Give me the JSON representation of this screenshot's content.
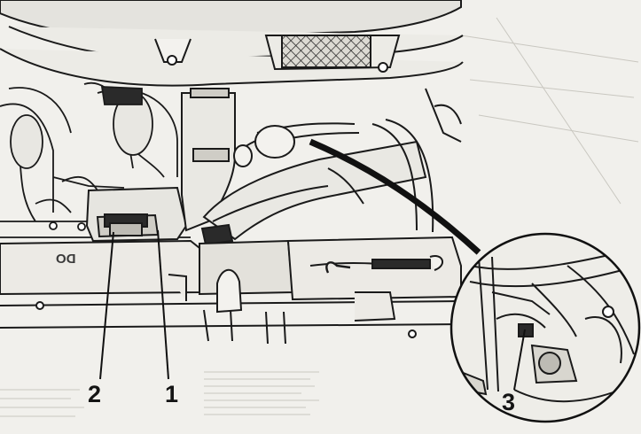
{
  "callouts": {
    "one": "1",
    "two": "2",
    "three": "3"
  },
  "embossed_text": "DO",
  "colors": {
    "ink": "#141414",
    "paper": "#f1f0ec",
    "shade": "#cfcdc6"
  }
}
